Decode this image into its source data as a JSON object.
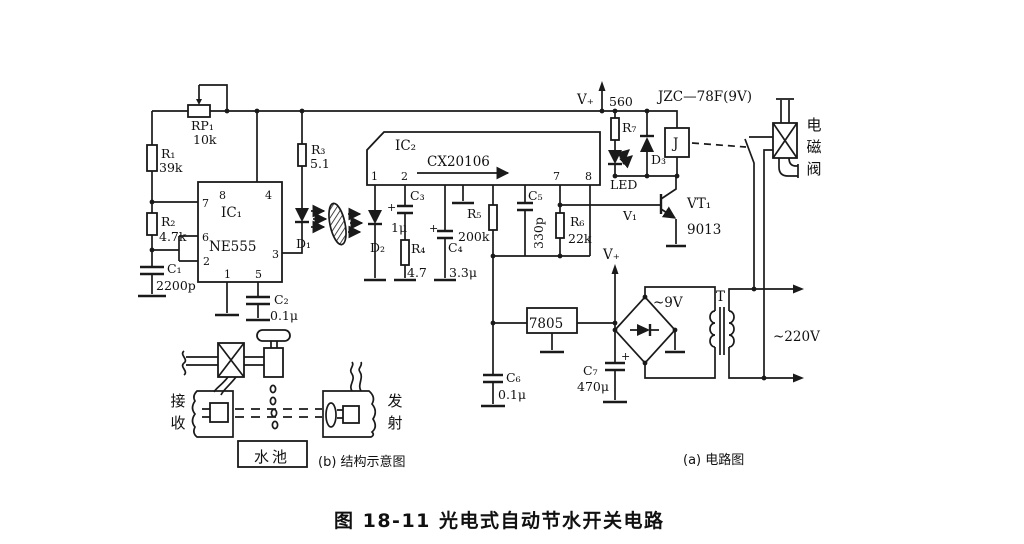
{
  "figure": {
    "caption": "图 18-11  光电式自动节水开关电路",
    "part_a_label": "(a) 电路图",
    "part_b_label": "(b) 结构示意图"
  },
  "power": {
    "vplus": "V₊",
    "plus": "+",
    "ac_9v": "~9V",
    "ac_220v": "~220V"
  },
  "ic1": {
    "ref": "IC₁",
    "part": "NE555",
    "pin8": "8",
    "pin4": "4",
    "pin7": "7",
    "pin6": "6",
    "pin2": "2",
    "pin1": "1",
    "pin5": "5",
    "pin3": "3"
  },
  "ic2": {
    "ref": "IC₂",
    "part": "CX20106",
    "pin1": "1",
    "pin2": "2",
    "pin7": "7",
    "pin8": "8"
  },
  "components": {
    "rp1": {
      "ref": "RP₁",
      "value": "10k"
    },
    "r1": {
      "ref": "R₁",
      "value": "39k"
    },
    "r2": {
      "ref": "R₂",
      "value": "4.7k"
    },
    "r3": {
      "ref": "R₃",
      "value": "5.1"
    },
    "r4": {
      "ref": "R₄",
      "value": "4.7"
    },
    "r5": {
      "ref": "R₅",
      "value": "200k"
    },
    "r6": {
      "ref": "R₆",
      "value": "22k"
    },
    "r7": {
      "ref": "R₇",
      "value": "560"
    },
    "c1": {
      "ref": "C₁",
      "value": "2200p"
    },
    "c2": {
      "ref": "C₂",
      "value": "0.1μ"
    },
    "c3": {
      "ref": "C₃",
      "value": "1μ"
    },
    "c4": {
      "ref": "C₄",
      "value": "3.3μ"
    },
    "c5": {
      "ref": "C₅",
      "value": "330p"
    },
    "c6": {
      "ref": "C₆",
      "value": "0.1μ"
    },
    "c7": {
      "ref": "C₇",
      "value": "470μ"
    },
    "d1": {
      "ref": "D₁"
    },
    "d2": {
      "ref": "D₂"
    },
    "d3": {
      "ref": "D₃"
    },
    "led": {
      "ref": "LED"
    },
    "vt1": {
      "ref": "VT₁",
      "value": "9013",
      "node_label": "V₁"
    },
    "relay": {
      "ref": "J",
      "model": "JZC—78F(9V)"
    },
    "regulator": {
      "value": "7805"
    },
    "transformer": {
      "ref": "T"
    }
  },
  "solenoid_valve": {
    "name": [
      "电",
      "磁",
      "阀"
    ]
  },
  "structure": {
    "receiver": [
      "接",
      "收"
    ],
    "transmitter": [
      "发",
      "射"
    ],
    "pool": "水池"
  }
}
